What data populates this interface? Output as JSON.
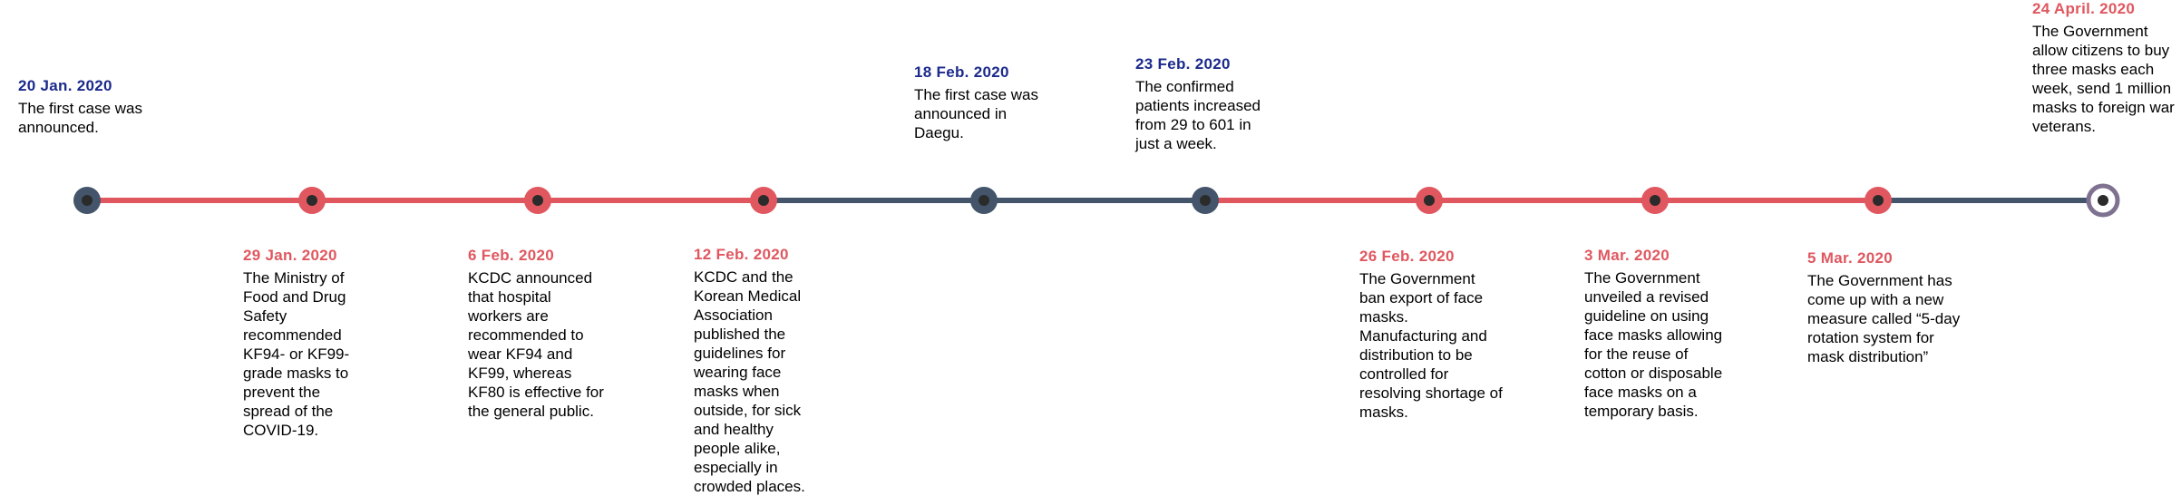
{
  "colors": {
    "red": "#E0575F",
    "navy": "#44546A",
    "date_blue": "#1B2A8C",
    "date_red": "#E0575F",
    "end_ring": "#7F7290"
  },
  "timeline": {
    "nodes": [
      {
        "color": "navy",
        "style": "filled"
      },
      {
        "color": "red",
        "style": "filled"
      },
      {
        "color": "red",
        "style": "filled"
      },
      {
        "color": "red",
        "style": "filled"
      },
      {
        "color": "navy",
        "style": "filled"
      },
      {
        "color": "navy",
        "style": "filled"
      },
      {
        "color": "red",
        "style": "filled"
      },
      {
        "color": "red",
        "style": "filled"
      },
      {
        "color": "red",
        "style": "filled"
      },
      {
        "color": "end_ring",
        "style": "ring"
      }
    ],
    "segments": [
      "red",
      "red",
      "red",
      "navy",
      "navy",
      "red",
      "red",
      "red",
      "navy"
    ]
  },
  "events": [
    {
      "date": "20 Jan. 2020",
      "text": "The first case was announced.",
      "color": "date_blue"
    },
    {
      "date": "29 Jan. 2020",
      "text": "The Ministry of Food and Drug Safety recommended KF94- or KF99-grade masks to prevent the spread of the COVID-19.",
      "color": "date_red"
    },
    {
      "date": "6 Feb. 2020",
      "text": "KCDC announced that hospital workers are recommended to wear KF94 and KF99, whereas KF80 is effective for the general public.",
      "color": "date_red"
    },
    {
      "date": "12 Feb. 2020",
      "text": "KCDC and the Korean Medical Association published the guidelines for wearing face masks when outside, for sick and healthy people alike, especially in crowded places.",
      "color": "date_red"
    },
    {
      "date": "18 Feb. 2020",
      "text": "The first case was announced in Daegu.",
      "color": "date_blue"
    },
    {
      "date": "23 Feb. 2020",
      "text": "The confirmed patients increased from 29 to 601 in just a week.",
      "color": "date_blue"
    },
    {
      "date": "26 Feb. 2020",
      "text": "The Government ban export of face masks. Manufacturing and distribution to be controlled for resolving shortage of masks.",
      "color": "date_red"
    },
    {
      "date": "3 Mar. 2020",
      "text": "The Government unveiled a revised guideline on using face masks allowing for the reuse of cotton or disposable face masks on a temporary basis.",
      "color": "date_red"
    },
    {
      "date": "5 Mar. 2020",
      "text": "The Government has come up with a new measure called “5-day rotation system for mask distribution”",
      "color": "date_red"
    },
    {
      "date": "24 April. 2020",
      "text": "The Government allow citizens to buy three masks each week, send 1 million masks to foreign war veterans.",
      "color": "date_red"
    }
  ]
}
